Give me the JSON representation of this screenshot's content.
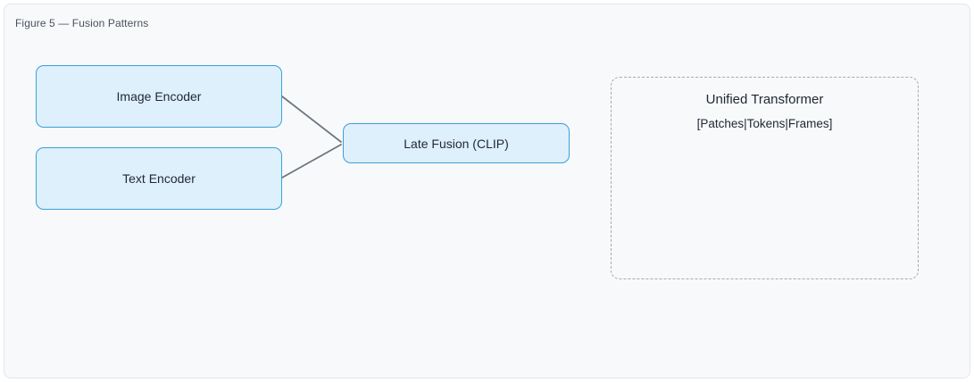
{
  "figure": {
    "title": "Figure 5 — Fusion Patterns"
  },
  "nodes": {
    "image_encoder": {
      "label": "Image Encoder"
    },
    "text_encoder": {
      "label": "Text Encoder"
    },
    "late_fusion": {
      "label": "Late Fusion (CLIP)"
    },
    "unified_transformer": {
      "title": "Unified Transformer",
      "subtitle": "[Patches|Tokens|Frames]"
    }
  },
  "edges": [
    {
      "from": "image_encoder",
      "to": "late_fusion"
    },
    {
      "from": "text_encoder",
      "to": "late_fusion"
    }
  ],
  "colors": {
    "panel_bg": "#f8f9fb",
    "panel_border": "#e3e6ea",
    "title_text": "#4a5260",
    "node_fill": "#def0fb",
    "node_border": "#3aa0d9",
    "node_text": "#1f2733",
    "connector": "#6e7580",
    "dashed_border": "#a4aab4"
  }
}
